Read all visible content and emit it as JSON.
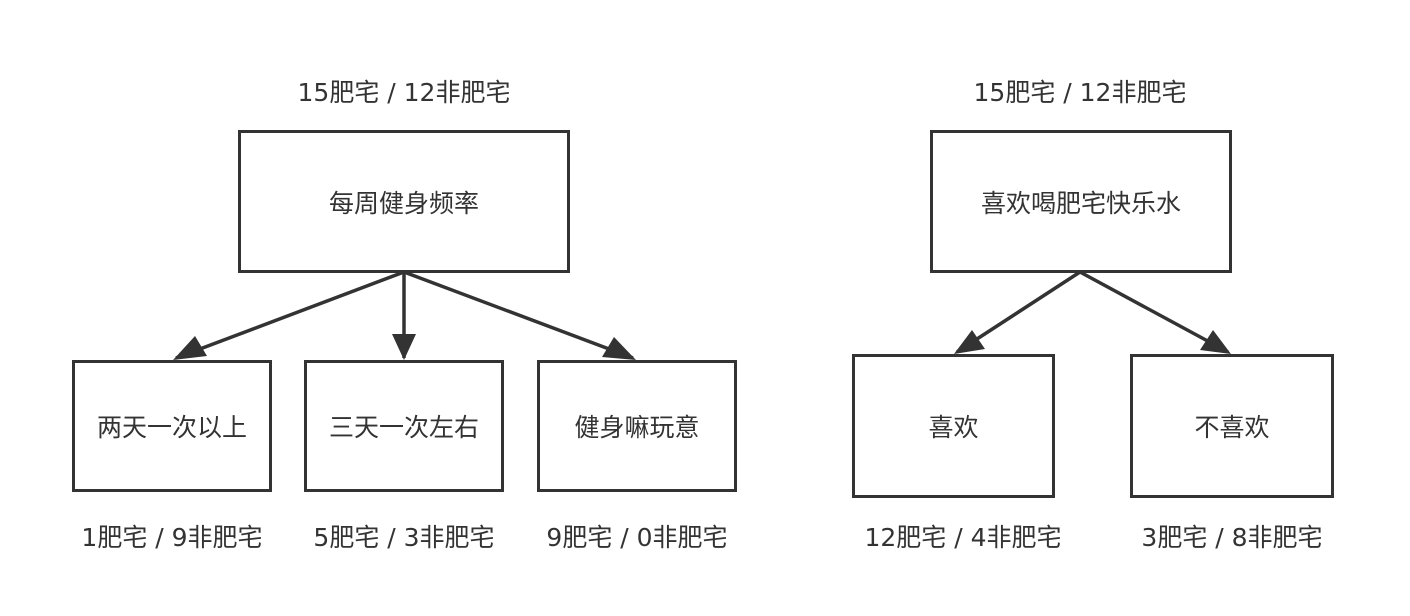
{
  "left_tree": {
    "root": {
      "label": "每周健身频率",
      "counts": "15肥宅 / 12非肥宅"
    },
    "children": [
      {
        "label": "两天一次以上",
        "counts": "1肥宅 / 9非肥宅"
      },
      {
        "label": "三天一次左右",
        "counts": "5肥宅 / 3非肥宅"
      },
      {
        "label": "健身嘛玩意",
        "counts": "9肥宅 / 0非肥宅"
      }
    ]
  },
  "right_tree": {
    "root": {
      "label": "喜欢喝肥宅快乐水",
      "counts": "15肥宅 / 12非肥宅"
    },
    "children": [
      {
        "label": "喜欢",
        "counts": "12肥宅 / 4非肥宅"
      },
      {
        "label": "不喜欢",
        "counts": "3肥宅 / 8非肥宅"
      }
    ]
  },
  "colors": {
    "stroke": "#333333",
    "text": "#333333",
    "background": "#ffffff"
  }
}
